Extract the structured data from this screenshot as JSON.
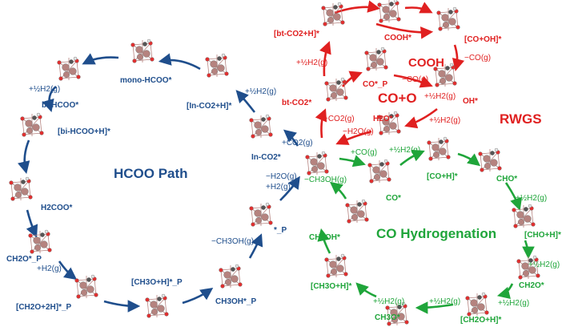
{
  "colors": {
    "hcoo": "#1f4e8c",
    "rwgs": "#e02020",
    "co": "#1fa53a",
    "metal": "#b5837f",
    "oxygen": "#e03030",
    "hydrogen": "#e8e8e8",
    "carbon": "#555555"
  },
  "titles": {
    "hcoo_path": "HCOO Path",
    "cooh": "COOH",
    "co_o": "CO+O",
    "rwgs": "RWGS",
    "co_hydrogenation": "CO Hydrogenation"
  },
  "species": {
    "mono_hcoo": "mono-HCOO*",
    "bi_hcoo": "bi-HCOO*",
    "in_co2_h": "[In-CO2+H]*",
    "bi_hcoo_h": "[bi-HCOO+H]*",
    "in_co2": "In-CO2*",
    "h2coo": "H2COO*",
    "p_star": "*_P",
    "ch2o_p": "CH2O*_P",
    "ch2o_2h_p": "[CH2O+2H]*_P",
    "ch3o_h_p": "[CH3O+H]*_P",
    "ch3oh_p": "CH3OH*_P",
    "bt_co2_h": "[bt-CO2+H]*",
    "cooh_star": "COOH*",
    "co_oh": "[CO+OH]*",
    "bt_co2": "bt-CO2*",
    "co_p": "CO*_P",
    "oh_star": "OH*",
    "h2o_star": "H2O*",
    "co_star": "CO*",
    "co_h": "[CO+H]*",
    "cho_star": "CHO*",
    "cho_h": "[CHO+H]*",
    "ch3oh_star": "CH3OH*",
    "ch2o_star": "CH2O*",
    "ch3o_h": "[CH3O+H]*",
    "ch3o_star": "CH3O*",
    "ch2o_h": "[CH2O+H]*"
  },
  "steps": {
    "h2_1": "+½H2(g)",
    "h2_2": "+½H2(g)",
    "h2_3": "+H2(g)",
    "minus_ch3oh_1": "−CH3OH(g)",
    "minus_h2o_1": "−H2O(g)",
    "h2_4": "+H2(g)",
    "co2_1": "+CO2(g)",
    "h2_5": "+½H2(g)",
    "h2_6": "+½H2(g)",
    "minus_co_1": "−CO(g)",
    "minus_co_2": "−CO(g)",
    "h2_7": "+½H2(g)",
    "co2_2": "+CO2(g)",
    "minus_h2o_2": "−H2O(g)",
    "h2_8": "+½H2(g)",
    "co_in": "+CO(g)",
    "h2_9": "+½H2(g)",
    "h2_10": "+½H2(g)",
    "minus_ch3oh_2": "−CH3OH(g)",
    "h2_11": "+½H2(g)",
    "h2_12": "+½H2(g)",
    "h2_13": "+½H2(g)"
  }
}
